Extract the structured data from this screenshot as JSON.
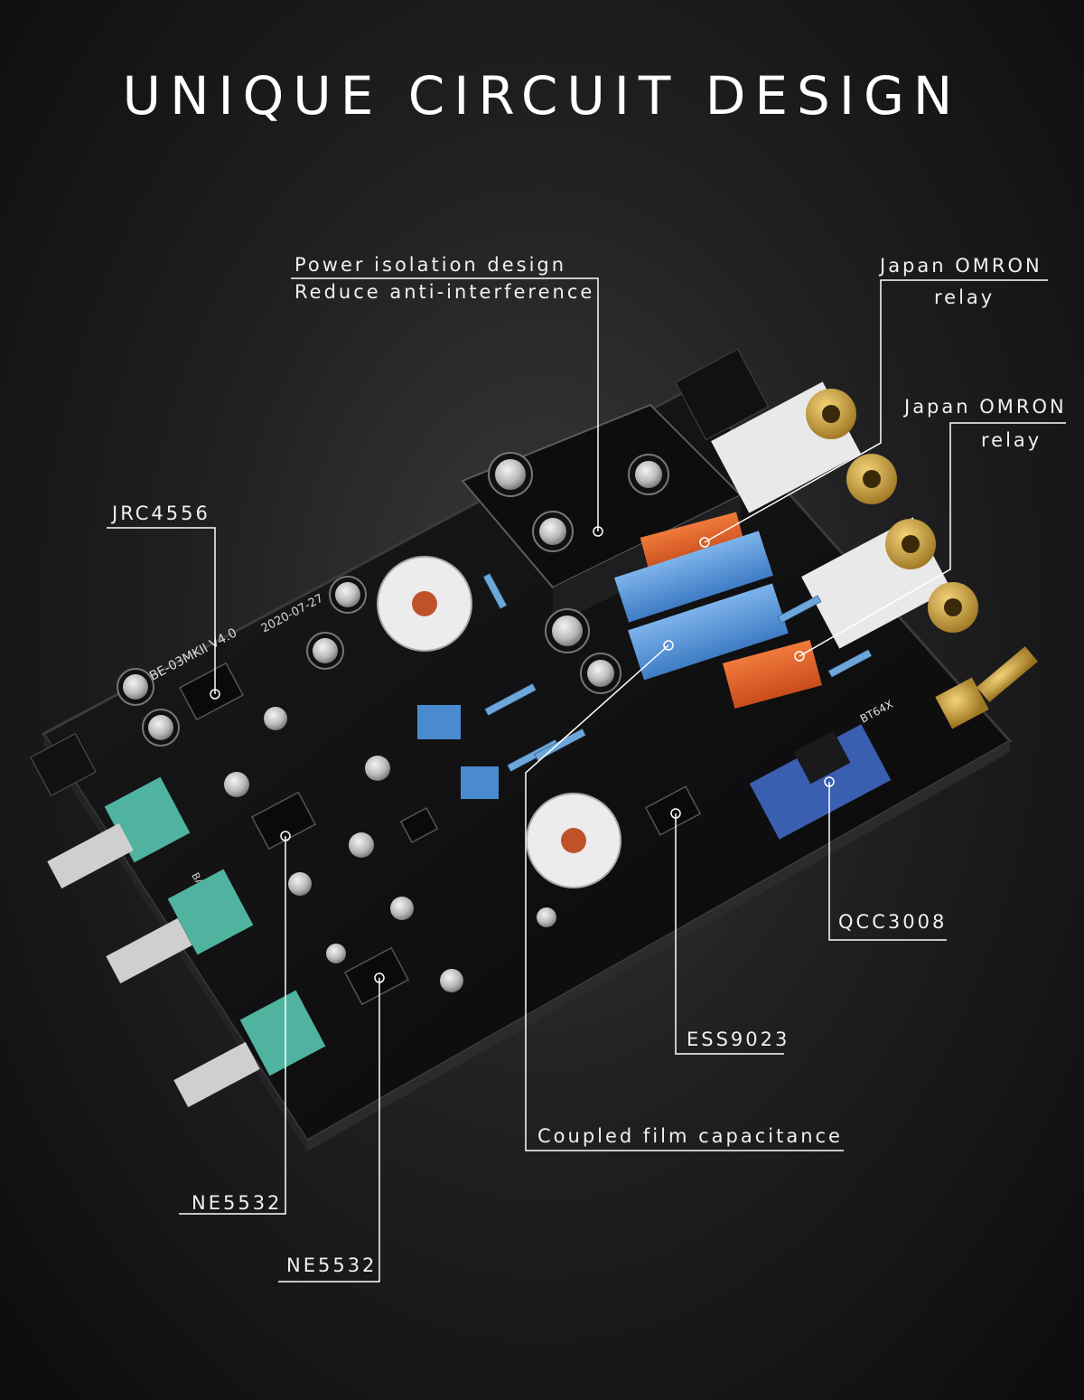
{
  "title": "UNIQUE CIRCUIT DESIGN",
  "callouts": {
    "power_line1": "Power isolation design",
    "power_line2": "Reduce anti-interference",
    "omron1_line1": "Japan OMRON",
    "omron1_line2": "relay",
    "omron2_line1": "Japan OMRON",
    "omron2_line2": "relay",
    "jrc": "JRC4556",
    "qcc": "QCC3008",
    "ess": "ESS9023",
    "film_cap": "Coupled film capacitance",
    "ne5532_a": "NE5532",
    "ne5532_b": "NE5532"
  },
  "board_labels": {
    "model": "TUBE-03MKII V4.0",
    "date": "2020-07-27",
    "bt_module": "BT64X",
    "bass": "BASS"
  },
  "colors": {
    "background": "#1a1a1b",
    "pcb": "#101011",
    "silkscreen": "#d8d8d8",
    "relay_orange": "#e8632b",
    "film_cap_blue": "#4d8fd6",
    "pot_green": "#4fb3a0",
    "gold": "#c9a23a"
  }
}
